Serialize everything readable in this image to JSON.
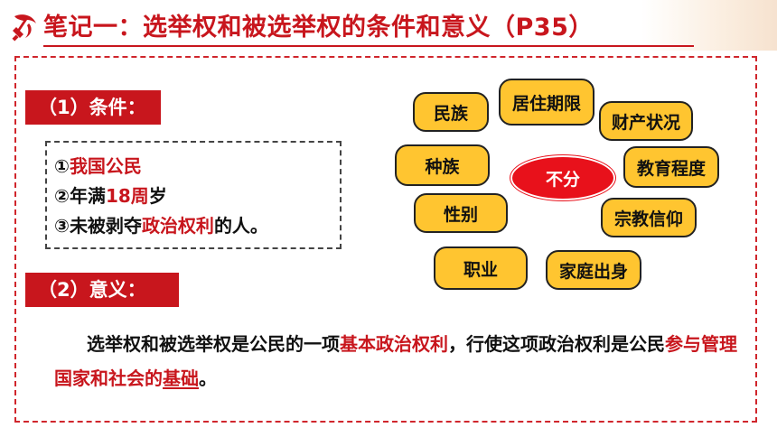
{
  "header": {
    "title_prefix": "笔记一：",
    "title_main": "选举权和被选举权的条件和意义（P35）",
    "emblem_icon": "party-emblem-icon"
  },
  "section1": {
    "label": "（1）条件：",
    "items": [
      {
        "num": "①",
        "red": "我国公民",
        "rest": ""
      },
      {
        "num": "②",
        "pre": "年满",
        "red": "18周",
        "rest": "岁"
      },
      {
        "num": "③",
        "pre": "未被剥夺",
        "red": "政治权利",
        "rest": "的人。"
      }
    ]
  },
  "cloud": {
    "center": "不分",
    "tags": [
      "民族",
      "居住期限",
      "财产状况",
      "种族",
      "教育程度",
      "性别",
      "宗教信仰",
      "职业",
      "家庭出身"
    ]
  },
  "section2": {
    "label": "（2）意义：",
    "p1": "选举权和被选举权是公民的一项",
    "p2_red": "基本政治权利",
    "p3": "，行使这项政治权利是公民",
    "p4_red": "参与管理国家和社会的",
    "p5_red_ul": "基础",
    "p6": "。"
  },
  "colors": {
    "accent": "#c8161d",
    "pill": "#ffc530",
    "center": "#e8111b"
  }
}
